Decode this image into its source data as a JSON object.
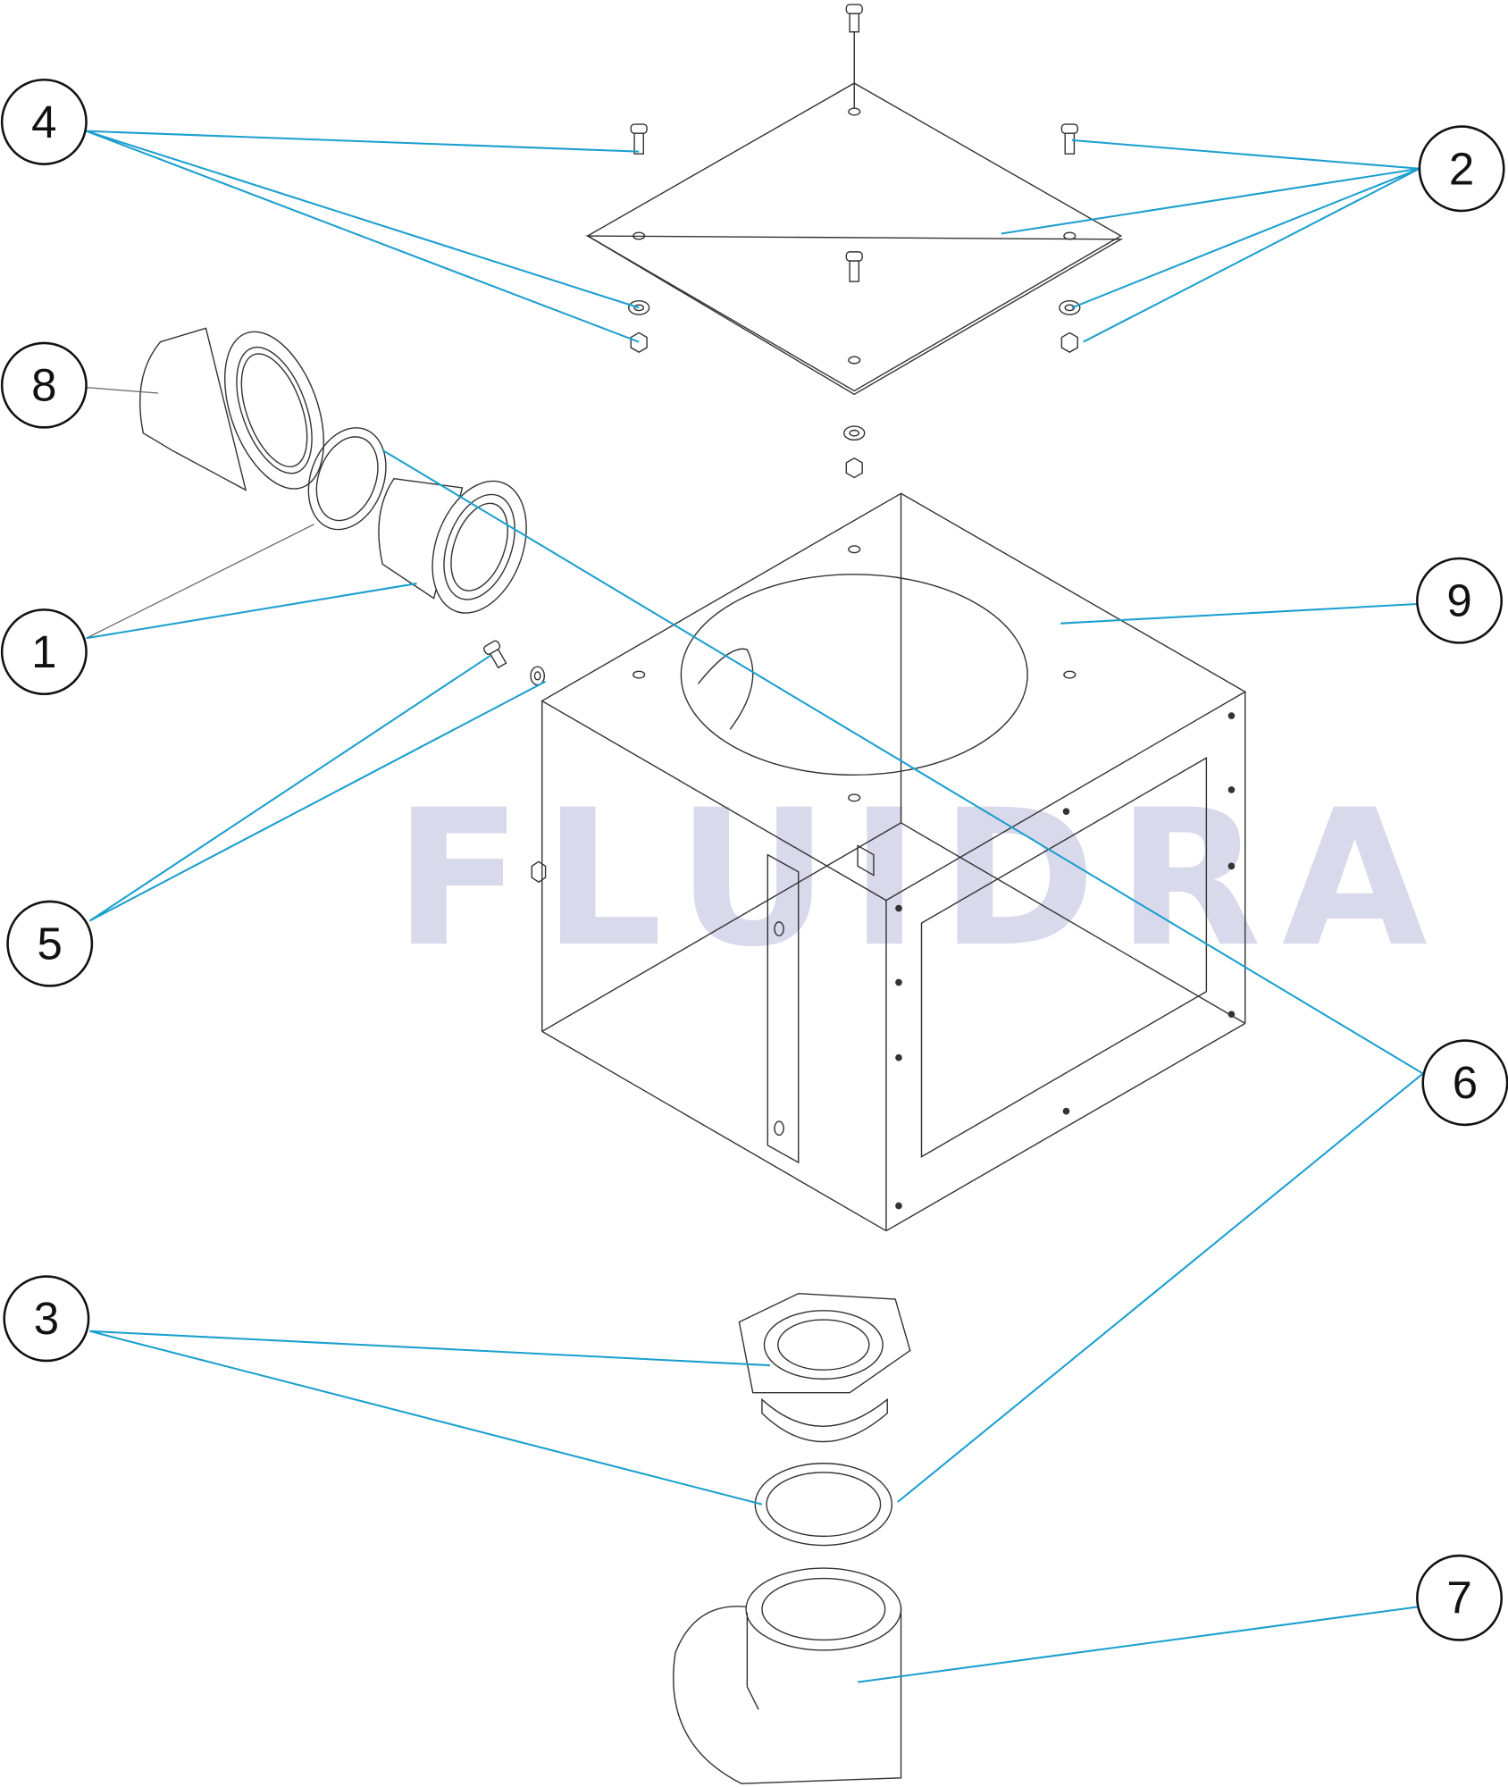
{
  "watermark": "FLUIDRA",
  "callouts": {
    "c1": "1",
    "c2": "2",
    "c3": "3",
    "c4": "4",
    "c5": "5",
    "c6": "6",
    "c7": "7",
    "c8": "8",
    "c9": "9"
  },
  "colors": {
    "leader": "#1a9fcf",
    "watermark": "#d9d9ec"
  }
}
